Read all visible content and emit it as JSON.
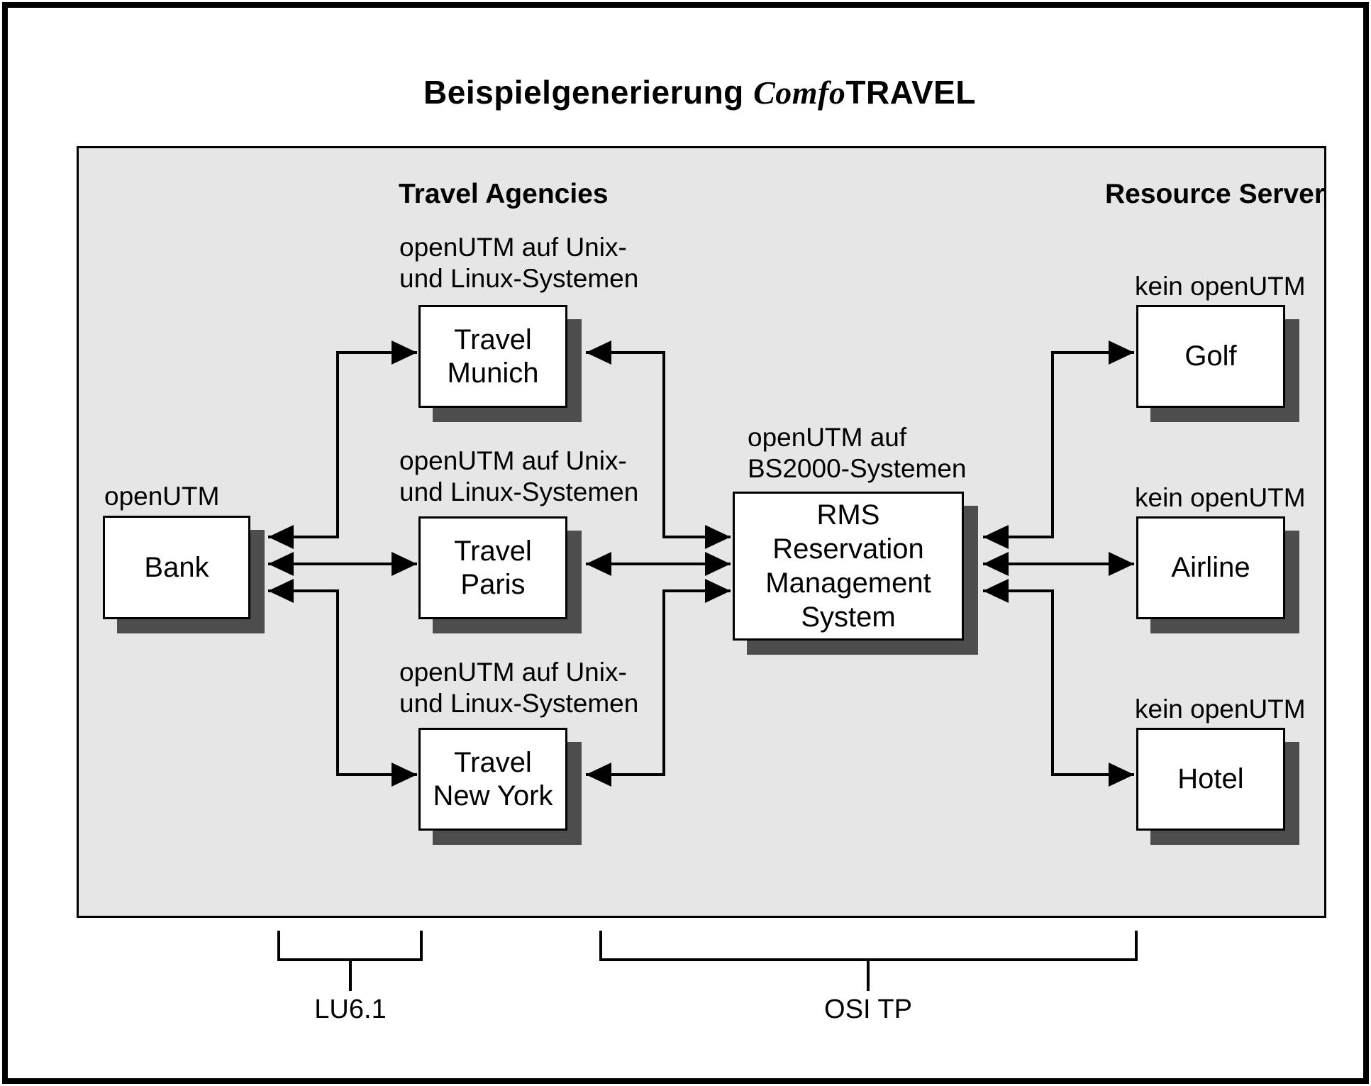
{
  "title": {
    "prefix": "Beispielgenerierung ",
    "brand_italic": "Comfo",
    "brand_caps": "TRAVEL"
  },
  "headings": {
    "travel_agencies": "Travel Agencies",
    "resource_server": "Resource Server"
  },
  "nodes": {
    "bank": {
      "label": "Bank",
      "annotation": "openUTM"
    },
    "travel_munich": {
      "line1": "Travel",
      "line2": "Munich",
      "annotation_line1": "openUTM auf Unix-",
      "annotation_line2": "und Linux-Systemen"
    },
    "travel_paris": {
      "line1": "Travel",
      "line2": "Paris",
      "annotation_line1": "openUTM auf Unix-",
      "annotation_line2": "und Linux-Systemen"
    },
    "travel_new_york": {
      "line1": "Travel",
      "line2": "New York",
      "annotation_line1": "openUTM auf Unix-",
      "annotation_line2": "und Linux-Systemen"
    },
    "rms": {
      "line1": "RMS",
      "line2": "Reservation",
      "line3": "Management",
      "line4": "System",
      "annotation_line1": "openUTM auf",
      "annotation_line2": "BS2000-Systemen"
    },
    "golf": {
      "label": "Golf",
      "annotation": "kein openUTM"
    },
    "airline": {
      "label": "Airline",
      "annotation": "kein openUTM"
    },
    "hotel": {
      "label": "Hotel",
      "annotation": "kein openUTM"
    }
  },
  "protocols": {
    "lu61": "LU6.1",
    "osi_tp": "OSI TP"
  },
  "colors": {
    "page_bg": "#ffffff",
    "panel_bg": "#e6e6e6",
    "box_bg": "#ffffff",
    "shadow": "#4d4d4d",
    "line": "#000000",
    "text": "#000000"
  }
}
